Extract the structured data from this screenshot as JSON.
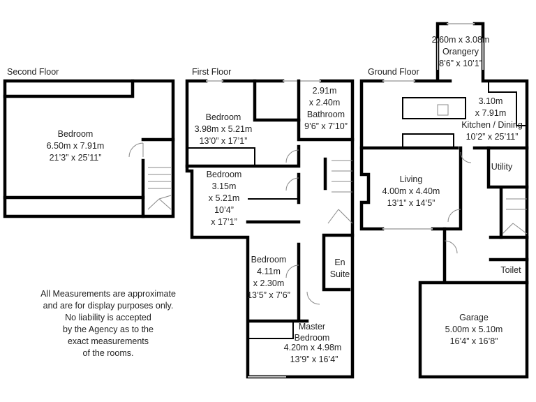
{
  "floors": {
    "second": {
      "title": "Second Floor",
      "rooms": [
        {
          "name": "Bedroom",
          "metric": "6.50m x 7.91m",
          "imperial": "21’3” x 25’11”"
        }
      ]
    },
    "first": {
      "title": "First Floor",
      "rooms": [
        {
          "name": "Bedroom",
          "metric": "3.98m x 5.21m",
          "imperial": "13’0” x 17’1”"
        },
        {
          "name": "Bathroom",
          "metric_a": "2.91m",
          "metric_b": "x 2.40m",
          "imperial": "9’6” x 7’10”"
        },
        {
          "name": "Bedroom",
          "metric_a": "3.15m",
          "metric_b": "x 5.21m",
          "imperial_a": "10’4”",
          "imperial_b": "x 17’1”"
        },
        {
          "name": "Bedroom",
          "metric_a": "4.11m",
          "metric_b": "x 2.30m",
          "imperial": "13’5” x 7’6”"
        },
        {
          "name_a": "En",
          "name_b": "Suite"
        },
        {
          "name_a": "Master",
          "name_b": "Bedroom",
          "metric": "4.20m x 4.98m",
          "imperial": "13’9” x 16’4”"
        }
      ]
    },
    "ground": {
      "title": "Ground Floor",
      "rooms": [
        {
          "name": "Orangery",
          "metric": "2.60m x 3.08m",
          "imperial": "8’6” x 10’1”"
        },
        {
          "name": "Kitchen / Dining",
          "metric_a": "3.10m",
          "metric_b": "x 7.91m",
          "imperial": "10’2” x 25’11”"
        },
        {
          "name": "Utility"
        },
        {
          "name": "Living",
          "metric": "4.00m x 4.40m",
          "imperial": "13’1” x 14’5”"
        },
        {
          "name": "Toilet"
        },
        {
          "name": "Garage",
          "metric": "5.00m x 5.10m",
          "imperial": "16’4” x 16’8”"
        }
      ]
    }
  },
  "disclaimer": [
    "All Measurements are approximate",
    "and are for  display purposes only.",
    "No liability is accepted",
    "by the Agency as to the",
    "exact measurements",
    "of the rooms."
  ]
}
